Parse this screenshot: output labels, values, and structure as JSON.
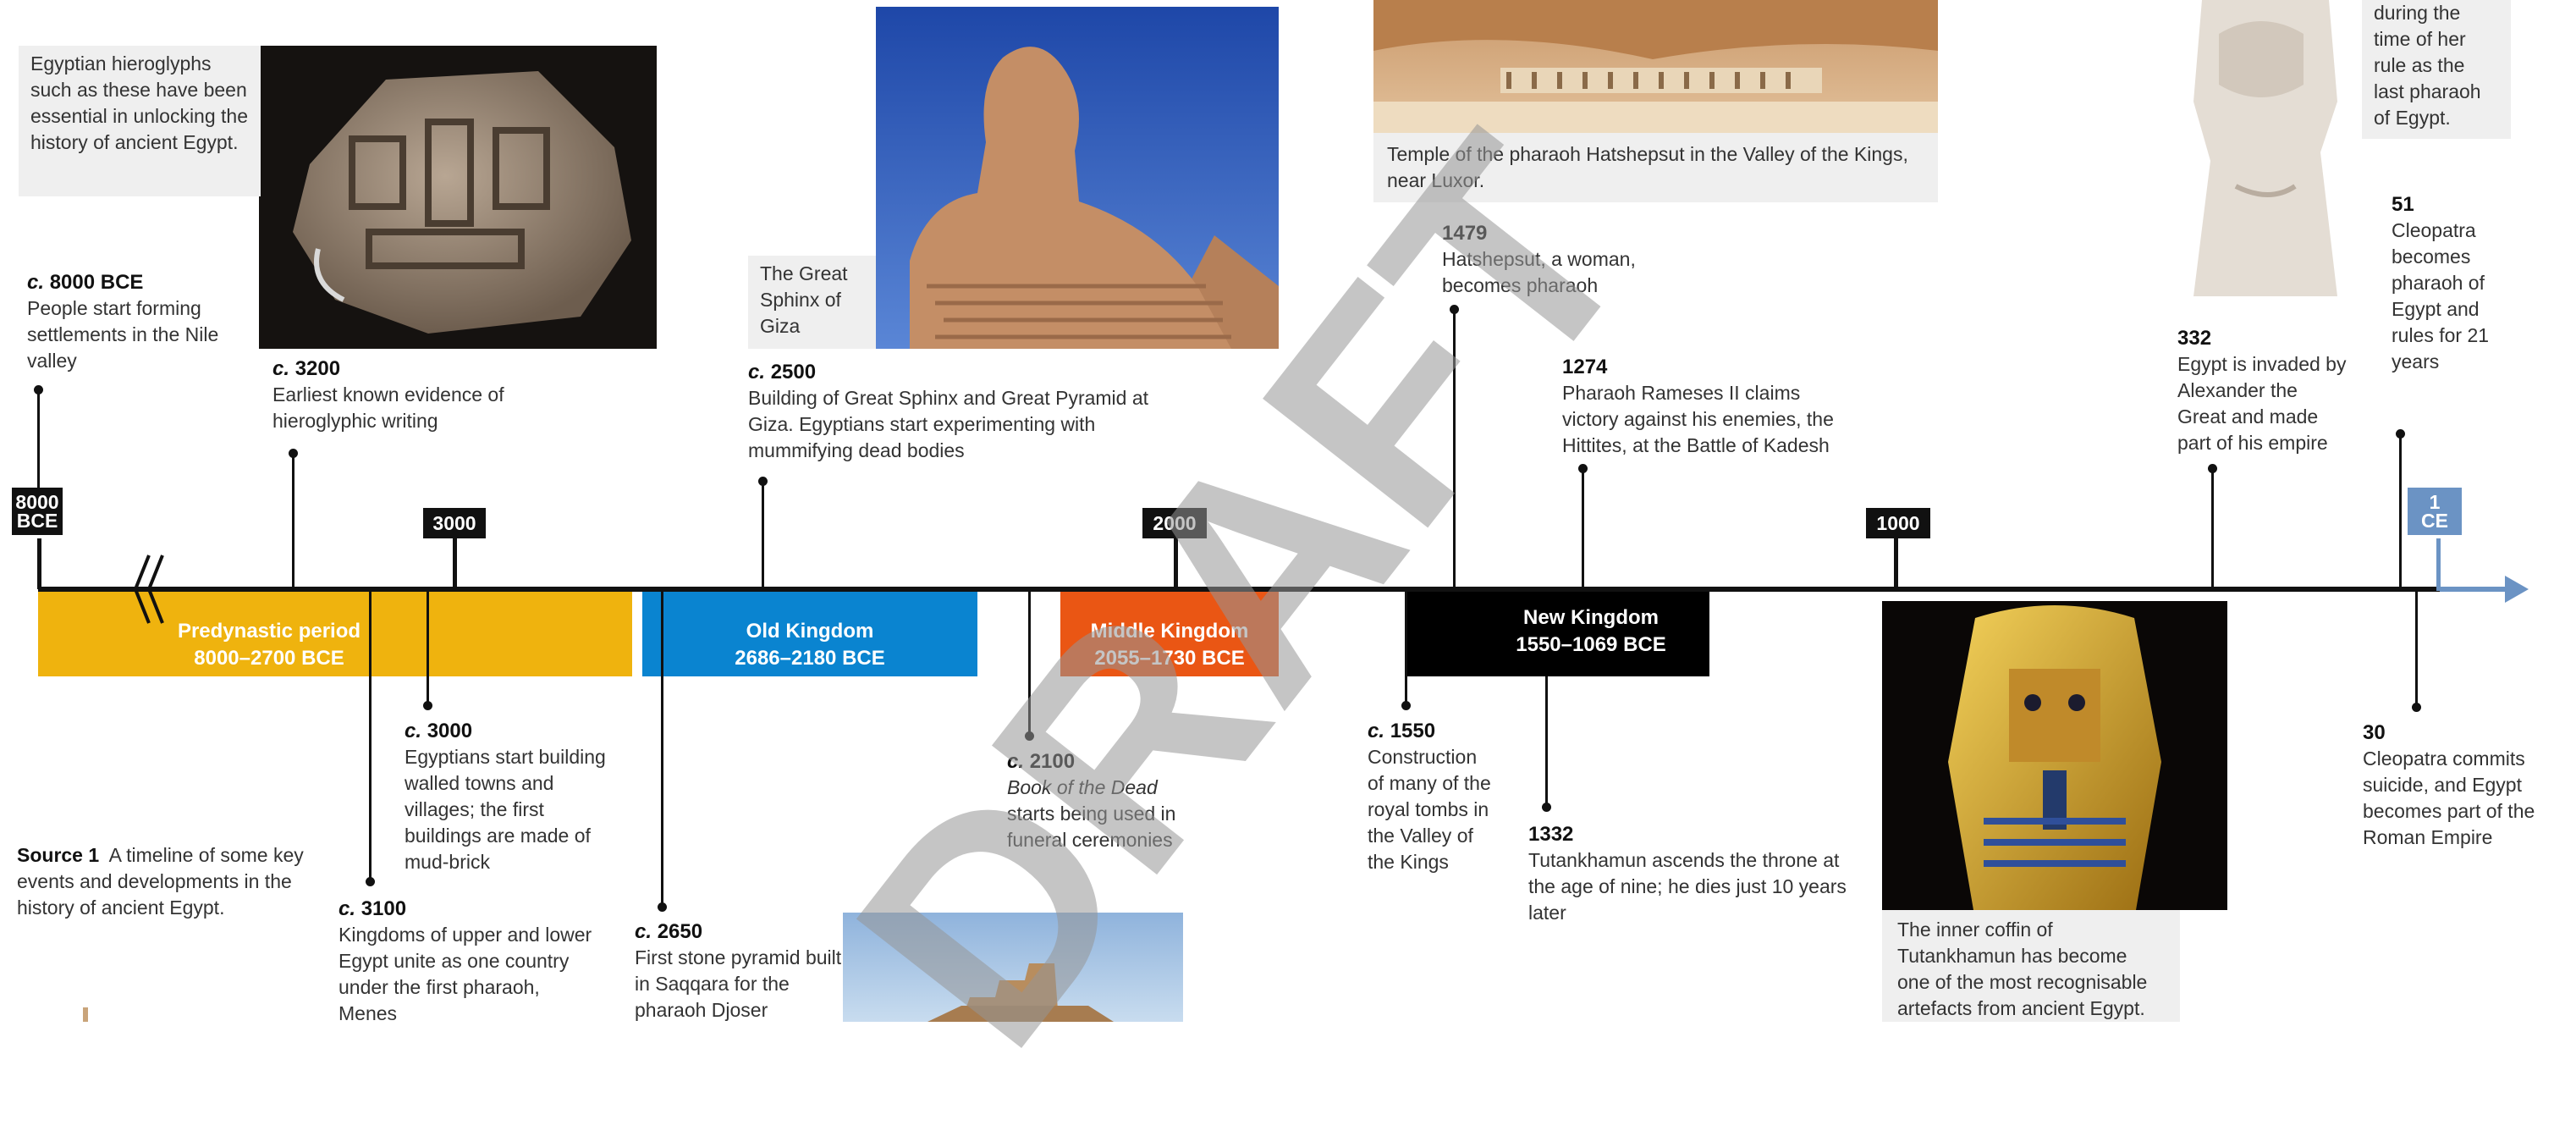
{
  "captions": {
    "hieroglyphs": "Egyptian hieroglyphs such as these have been essential in unlocking the history of ancient Egypt.",
    "sphinx": "The Great Sphinx of Giza",
    "temple": "Temple of the pharaoh Hatshepsut in the Valley of the Kings, near Luxor.",
    "cleopatra": "during the time of her rule as the last pharaoh of Egypt.",
    "coffin": "The inner coffin of Tutankhamun has become one of the most recognisable artefacts from ancient Egypt."
  },
  "source": {
    "label": "Source 1",
    "text": "A timeline of some key events and developments in the history of ancient Egypt."
  },
  "years": {
    "y8000_a": "8000",
    "y8000_b": "BCE",
    "y3000": "3000",
    "y2000": "2000",
    "y1000": "1000",
    "y1_a": "1",
    "y1_b": "CE"
  },
  "periods": {
    "predynastic": {
      "name": "Predynastic period",
      "dates": "8000–2700 BCE"
    },
    "old": {
      "name": "Old Kingdom",
      "dates": "2686–2180 BCE"
    },
    "middle": {
      "name": "Middle Kingdom",
      "dates": "2055–1730 BCE"
    },
    "new": {
      "name": "New Kingdom",
      "dates": "1550–1069 BCE"
    }
  },
  "colors": {
    "predynastic": "#efb30e",
    "old": "#0a84d0",
    "middle": "#ea5614",
    "new": "#000000",
    "ce": "#6b93c4"
  },
  "events": {
    "e8000": {
      "circa": "c.",
      "date": "8000 BCE",
      "text": "People start forming settlements in the Nile valley"
    },
    "e3200": {
      "circa": "c.",
      "date": "3200",
      "text": "Earliest known evidence of hieroglyphic writing"
    },
    "e2500": {
      "circa": "c.",
      "date": "2500",
      "text": "Building of Great Sphinx and Great Pyramid at Giza. Egyptians start experimenting with mummifying dead bodies"
    },
    "e1479": {
      "date": "1479",
      "text": "Hatshepsut, a woman, becomes pharaoh"
    },
    "e1274": {
      "date": "1274",
      "text": "Pharaoh Rameses II claims victory against his enemies, the Hittites, at the Battle of Kadesh"
    },
    "e332": {
      "date": "332",
      "text": "Egypt is invaded by Alexander the Great and made part of his empire"
    },
    "e51": {
      "date": "51",
      "text": "Cleopatra becomes pharaoh of Egypt and rules for 21 years"
    },
    "e3000": {
      "circa": "c.",
      "date": "3000",
      "text": "Egyptians start building walled towns and villages; the first buildings are made of mud-brick"
    },
    "e3100": {
      "circa": "c.",
      "date": "3100",
      "text": "Kingdoms of upper and lower Egypt unite as one country under the first pharaoh, Menes"
    },
    "e2650": {
      "circa": "c.",
      "date": "2650",
      "text": "First stone pyramid built in Saqqara for the pharaoh Djoser"
    },
    "e2100": {
      "circa": "c.",
      "date": "2100",
      "text_italic": "Book of the Dead",
      "text": "starts being used in funeral ceremonies"
    },
    "e1550": {
      "circa": "c.",
      "date": "1550",
      "text": "Construction of many of the royal tombs in the Valley of the Kings"
    },
    "e1332": {
      "date": "1332",
      "text": "Tutankhamun ascends the throne at the age of nine; he dies just 10 years later"
    },
    "e30": {
      "date": "30",
      "text": "Cleopatra commits suicide, and Egypt becomes part of the Roman Empire"
    }
  },
  "watermark": "DRAFT"
}
